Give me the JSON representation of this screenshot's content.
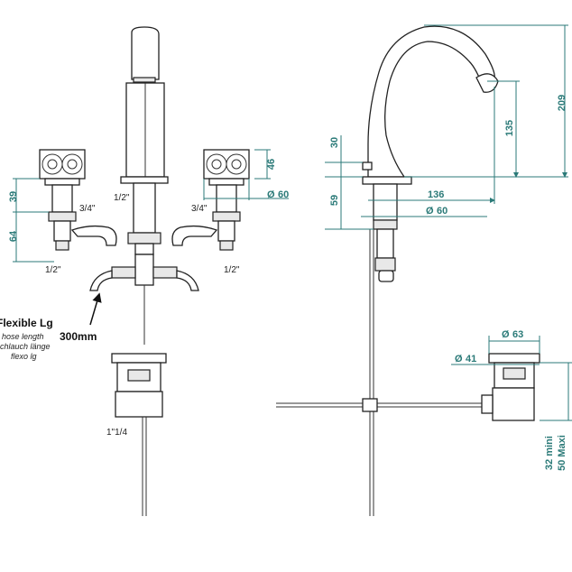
{
  "left_view": {
    "dim_39": "39",
    "dim_64": "64",
    "dim_46": "46",
    "dim_60": "60",
    "thread_34_left": "3/4\"",
    "thread_34_right": "3/4\"",
    "thread_12_center": "1/2\"",
    "thread_12_left": "1/2\"",
    "thread_12_right": "1/2\"",
    "flexible_title": "Flexible Lg",
    "flexible_en": "hose length",
    "flexible_de": "Schlauch länge",
    "flexible_es": "flexo lg",
    "hose_length": "300mm",
    "drain_thread": "1\"1/4"
  },
  "right_view": {
    "dim_209": "209",
    "dim_135": "135",
    "dim_30": "30",
    "dim_59": "59",
    "dim_136": "136",
    "dim_60": "60",
    "dim_63": "63",
    "dim_41": "41",
    "dim_32_mini": "32 mini",
    "dim_50_maxi": "50 Maxi"
  },
  "symbols": {
    "diameter": "Ø"
  },
  "colors": {
    "dimension": "#2b7a78",
    "outline": "#222222"
  }
}
